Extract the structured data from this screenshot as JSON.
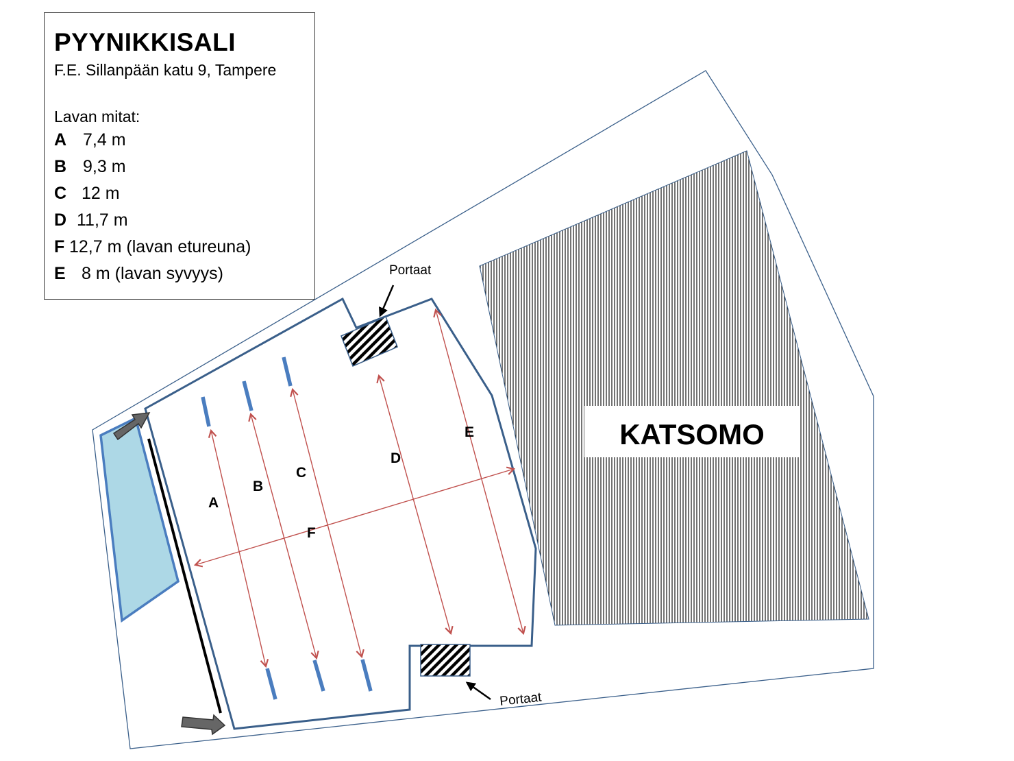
{
  "legend": {
    "title": "PYYNIKKISALI",
    "address": "F.E. Sillanpään katu 9, Tampere",
    "heading": "Lavan mitat:",
    "rows": [
      {
        "key": "A",
        "value": "7,4 m"
      },
      {
        "key": "B",
        "value": "9,3 m"
      },
      {
        "key": "C",
        "value": "12 m"
      },
      {
        "key": "D",
        "value": "11,7 m"
      },
      {
        "key": "F",
        "value": "12,7 m (lavan etureuna)"
      },
      {
        "key": "E",
        "value": "8 m (lavan syvyys)"
      }
    ]
  },
  "diagram": {
    "audience_label": "KATSOMO",
    "stairs_label_top": "Portaat",
    "stairs_label_bottom": "Portaat",
    "dimension_labels": {
      "a": "A",
      "b": "B",
      "c": "C",
      "d": "D",
      "e": "E",
      "f": "F"
    }
  },
  "colors": {
    "outline": "#3a5f8a",
    "dimension_arrow": "#c0504d",
    "rail": "#4a7dbf",
    "pool_fill": "#add8e6",
    "pool_stroke": "#4a7dbf",
    "flow_arrow": "#666666"
  }
}
